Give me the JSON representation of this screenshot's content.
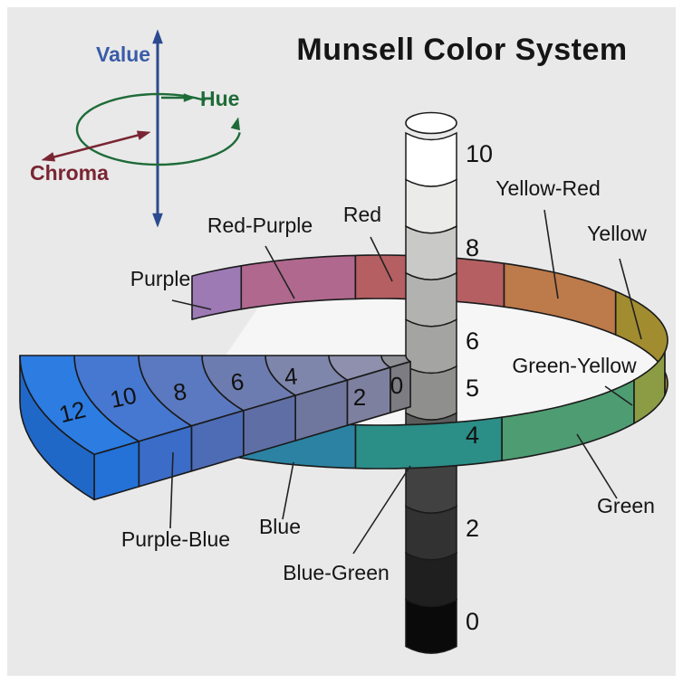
{
  "title": "Munsell Color System",
  "axes_legend": {
    "value_label": "Value",
    "hue_label": "Hue",
    "chroma_label": "Chroma",
    "value_color": "#3a5ca8",
    "hue_color": "#1e6b38",
    "chroma_color": "#7a2533"
  },
  "background": {
    "page": "#ffffff",
    "canvas": "#e9e9e9",
    "inner_disc": "#f6f6f6",
    "outline": "#1a1a1a"
  },
  "hue_ring": {
    "segments": [
      {
        "name": "Purple",
        "color": "#9d7ab4",
        "t1": 119,
        "t2": 131,
        "side": "back"
      },
      {
        "name": "Red-Purple",
        "color": "#b0688e",
        "t1": 95,
        "t2": 119,
        "side": "back"
      },
      {
        "name": "Red",
        "color": "#b55f63",
        "t1": 64.5,
        "t2": 95,
        "side": "back"
      },
      {
        "name": "Yellow-Red",
        "color": "#bd7a4a",
        "t1": 35,
        "t2": 64.5,
        "side": "back"
      },
      {
        "name": "Yellow",
        "color": "#a28c30",
        "t1": -8,
        "t2": 35,
        "side": "back"
      },
      {
        "name": "Green-Yellow",
        "color": "#8c9c45",
        "t1": -28,
        "t2": -8,
        "side": "front"
      },
      {
        "name": "Green",
        "color": "#4e9c71",
        "t1": -65,
        "t2": -28,
        "side": "front"
      },
      {
        "name": "Blue-Green",
        "color": "#2b8e87",
        "t1": -95,
        "t2": -65,
        "side": "front"
      },
      {
        "name": "Blue",
        "color": "#2c82a2",
        "t1": -135,
        "t2": -95,
        "side": "front"
      }
    ]
  },
  "value_axis": {
    "levels": [
      {
        "value": 10,
        "color": "#ffffff"
      },
      {
        "value": 9,
        "color": "#ebebe9"
      },
      {
        "value": 8,
        "color": "#c9c9c7"
      },
      {
        "value": 7,
        "color": "#b2b2b0"
      },
      {
        "value": 6,
        "color": "#a4a4a2"
      },
      {
        "value": 5,
        "color": "#8f8f8d"
      },
      {
        "value": 4,
        "color": "#5c5c5c"
      },
      {
        "value": 3,
        "color": "#414141"
      },
      {
        "value": 2,
        "color": "#323232"
      },
      {
        "value": 1,
        "color": "#1f1f1f"
      },
      {
        "value": 0,
        "color": "#0a0a0a"
      }
    ],
    "labeled_values": [
      10,
      8,
      6,
      5,
      4,
      2,
      0
    ]
  },
  "chroma_arm": {
    "segments": [
      {
        "chroma": 0,
        "top_color": "#8f8f96",
        "front_color": "#7c7c82",
        "r0": 28,
        "r1": 55
      },
      {
        "chroma": 2,
        "top_color": "#8e90ad",
        "front_color": "#7e80a0",
        "r0": 55,
        "r1": 113
      },
      {
        "chroma": 4,
        "top_color": "#7e86ac",
        "front_color": "#6f779f",
        "r0": 113,
        "r1": 183
      },
      {
        "chroma": 6,
        "top_color": "#6d7cb0",
        "front_color": "#5f6fa5",
        "r0": 183,
        "r1": 253
      },
      {
        "chroma": 8,
        "top_color": "#5b79c0",
        "front_color": "#4e6cb5",
        "r0": 253,
        "r1": 323
      },
      {
        "chroma": 10,
        "top_color": "#4678d2",
        "front_color": "#3a6cc8",
        "r0": 323,
        "r1": 394
      },
      {
        "chroma": 12,
        "top_color": "#2c7ce2",
        "front_color": "#2471d8",
        "r0": 394,
        "r1": 454
      }
    ],
    "outer_wall_color": "#2068c8",
    "labeled_chromas": [
      12,
      10,
      8,
      6,
      4,
      2,
      0
    ]
  }
}
